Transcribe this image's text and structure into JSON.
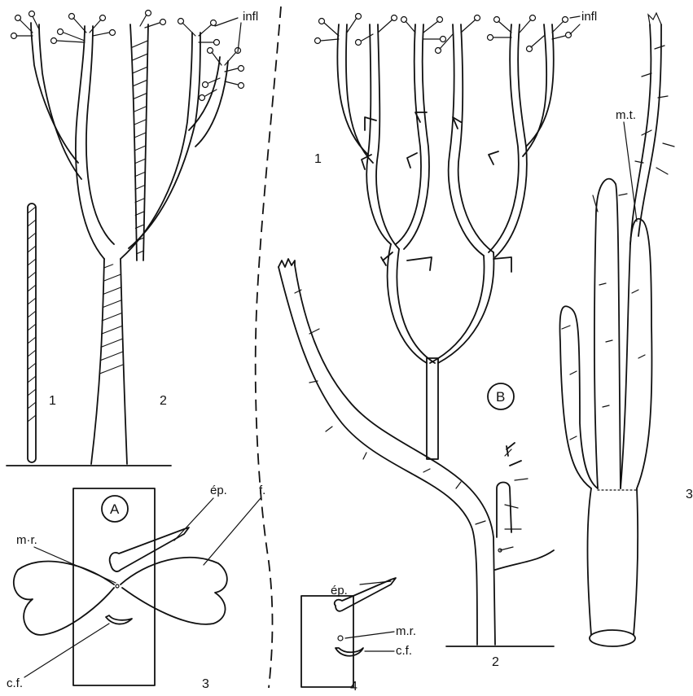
{
  "panels": {
    "A": {
      "circle_label": "A",
      "numbers": [
        "1",
        "2",
        "3",
        "4"
      ],
      "labels": {
        "infl": "infl",
        "mr": "m·r.",
        "ep": "ép.",
        "f": "f.",
        "cf": "c.f.",
        "ep4": "ép.",
        "mr4": "m.r.",
        "cf4": "c.f."
      }
    },
    "B": {
      "circle_label": "B",
      "numbers": [
        "1",
        "2",
        "3"
      ],
      "labels": {
        "infl": "infl",
        "mt": "m.t."
      }
    }
  },
  "colors": {
    "ink": "#111111",
    "paper": "#ffffff"
  }
}
